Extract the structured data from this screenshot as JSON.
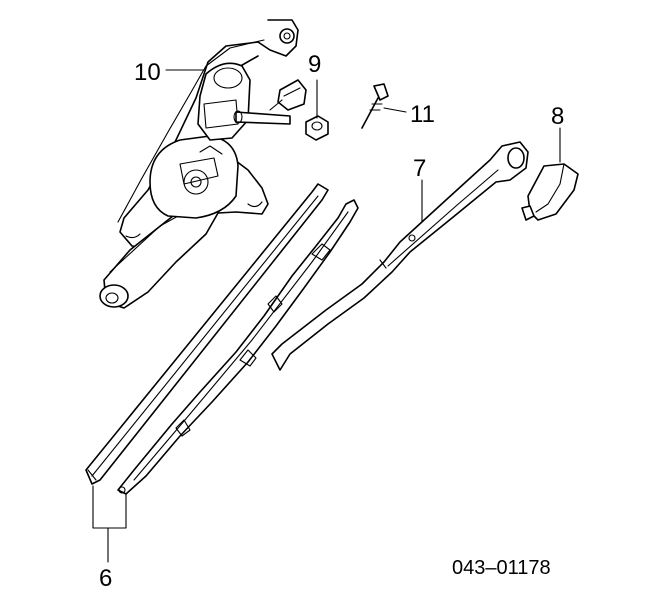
{
  "diagram": {
    "callouts": {
      "c6": "6",
      "c7": "7",
      "c8": "8",
      "c9": "9",
      "c10": "10",
      "c11": "11"
    },
    "catalog_code": "043–01178"
  }
}
